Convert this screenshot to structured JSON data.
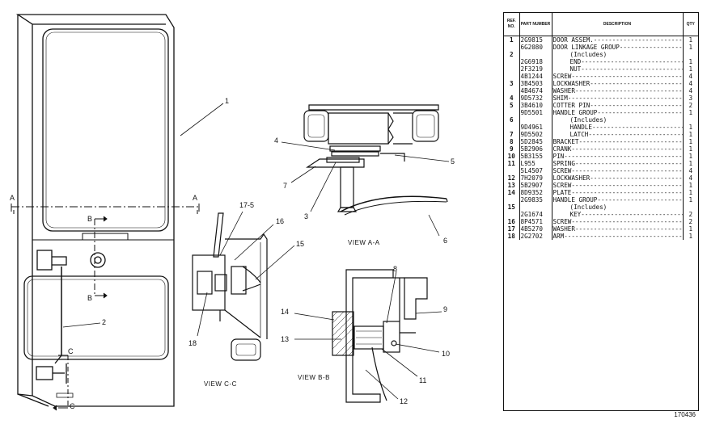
{
  "labels": {
    "callout_1": "1",
    "callout_2": "2",
    "callout_3": "3",
    "callout_4": "4",
    "callout_5": "5",
    "callout_6": "6",
    "callout_7": "7",
    "callout_8": "8",
    "callout_9": "9",
    "callout_10": "10",
    "callout_11": "11",
    "callout_12": "12",
    "callout_13": "13",
    "callout_14": "14",
    "callout_15": "15",
    "callout_16": "16",
    "callout_17_5": "17-5",
    "callout_18": "18",
    "section_a_left": "A",
    "section_a_right": "A",
    "section_b_top": "B",
    "section_b_bottom": "B",
    "section_c_top": "C",
    "section_c_bottom": "C"
  },
  "views": {
    "view_aa": "VIEW A-A",
    "view_bb": "VIEW B-B",
    "view_cc": "VIEW C-C"
  },
  "table": {
    "headers": {
      "ref": "REF. NO.",
      "part": "PART NUMBER",
      "desc": "DESCRIPTION",
      "qty": "QTY"
    },
    "rows": [
      {
        "ref": "1",
        "part": "2G9815",
        "desc": "DOOR ASSEM.",
        "qty": "1"
      },
      {
        "ref": "",
        "part": "6G2080",
        "desc": "DOOR LINKAGE GROUP",
        "qty": "1"
      },
      {
        "ref": "2",
        "part": "",
        "desc": "(Includes)",
        "qty": ""
      },
      {
        "ref": "",
        "part": "2G6918",
        "desc": "END",
        "qty": "1"
      },
      {
        "ref": "",
        "part": "2F3219",
        "desc": "NUT",
        "qty": "1"
      },
      {
        "ref": "",
        "part": "4B1244",
        "desc": "SCREW",
        "qty": "4"
      },
      {
        "ref": "3",
        "part": "3B4503",
        "desc": "LOCKWASHER",
        "qty": "4"
      },
      {
        "ref": "",
        "part": "4B4674",
        "desc": "WASHER",
        "qty": "4"
      },
      {
        "ref": "4",
        "part": "9D5732",
        "desc": "SHIM",
        "qty": "3"
      },
      {
        "ref": "5",
        "part": "3B4610",
        "desc": "COTTER PIN",
        "qty": "2"
      },
      {
        "ref": "",
        "part": "9D5501",
        "desc": "HANDLE GROUP",
        "qty": "1"
      },
      {
        "ref": "6",
        "part": "",
        "desc": "(Includes)",
        "qty": ""
      },
      {
        "ref": "",
        "part": "9D4961",
        "desc": "HANDLE",
        "qty": "1"
      },
      {
        "ref": "7",
        "part": "9D5502",
        "desc": "LATCH",
        "qty": "1"
      },
      {
        "ref": "8",
        "part": "5D2845",
        "desc": "BRACKET",
        "qty": "1"
      },
      {
        "ref": "9",
        "part": "5B2906",
        "desc": "CRANK",
        "qty": "1"
      },
      {
        "ref": "10",
        "part": "5B3155",
        "desc": "PIN",
        "qty": "1"
      },
      {
        "ref": "11",
        "part": "L955",
        "desc": "SPRING",
        "qty": "1"
      },
      {
        "ref": "",
        "part": "5L4507",
        "desc": "SCREW",
        "qty": "4"
      },
      {
        "ref": "12",
        "part": "7H2079",
        "desc": "LOCKWASHER",
        "qty": "4"
      },
      {
        "ref": "13",
        "part": "5B2907",
        "desc": "SCREW",
        "qty": "1"
      },
      {
        "ref": "14",
        "part": "8D9352",
        "desc": "PLATE",
        "qty": "1"
      },
      {
        "ref": "",
        "part": "2G9835",
        "desc": "HANDLE GROUP",
        "qty": "1"
      },
      {
        "ref": "15",
        "part": "",
        "desc": "(Includes)",
        "qty": ""
      },
      {
        "ref": "",
        "part": "2G1674",
        "desc": "KEY",
        "qty": "2"
      },
      {
        "ref": "16",
        "part": "8P4571",
        "desc": "SCREW",
        "qty": "2"
      },
      {
        "ref": "17",
        "part": "4B5270",
        "desc": "WASHER",
        "qty": "1"
      },
      {
        "ref": "18",
        "part": "2G2702",
        "desc": "ARM",
        "qty": "1"
      }
    ]
  },
  "document_number": "170436"
}
